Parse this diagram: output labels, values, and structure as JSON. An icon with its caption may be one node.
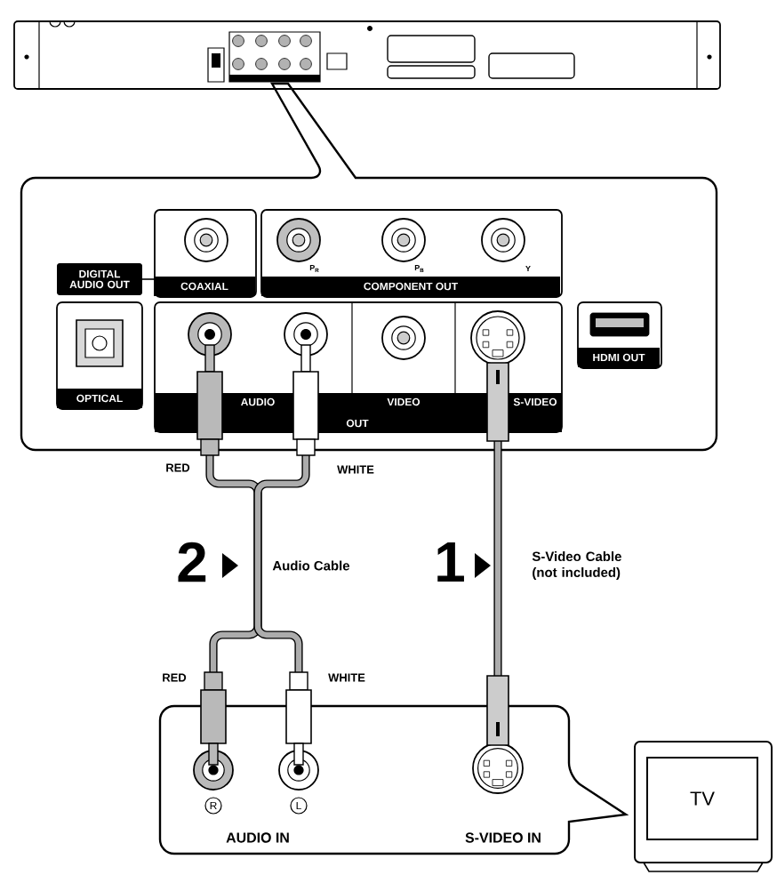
{
  "diagram": {
    "nodes": [
      {
        "text": [],
        "shape": "circle"
      },
      {
        "text": [],
        "shape": "circle"
      },
      {
        "text": [],
        "shape": "circle"
      },
      {
        "text": [],
        "shape": "circle"
      },
      {
        "text": [],
        "shape": "circle"
      },
      {
        "text": [],
        "shape": "circle"
      },
      {
        "text": [
          "TV"
        ]
      },
      {
        "text": [],
        "shape": "circle"
      },
      {
        "text": [],
        "shape": "circle"
      },
      {
        "text": [],
        "shape": "circle"
      },
      {
        "text": [],
        "shape": "circle"
      },
      {
        "text": [],
        "shape": "circle"
      }
    ],
    "edges": [
      {
        "from": 0,
        "to": 3,
        "arrow": "other",
        "label": "Audio Cable"
      },
      {
        "from": 1,
        "to": 4,
        "arrow": "other"
      },
      {
        "from": 2,
        "to": 5,
        "arrow": "other",
        "label": "S-Video Cable (not included)"
      }
    ],
    "labels": [
      "P$_{R}$",
      "P$_{B}$",
      "Y",
      "DIGITAL AUDIO OUT",
      "COAXIAL",
      "COMPONENT OUT",
      "HDMI OUT",
      "OPTICAL",
      "AUDIO",
      "VIDEO",
      "S-VIDEO",
      "OUT",
      "RED",
      "WHITE",
      "2",
      "1",
      "RED",
      "WHITE",
      "R",
      "L",
      "AUDIO IN",
      "S-VIDEO IN"
    ]
  }
}
